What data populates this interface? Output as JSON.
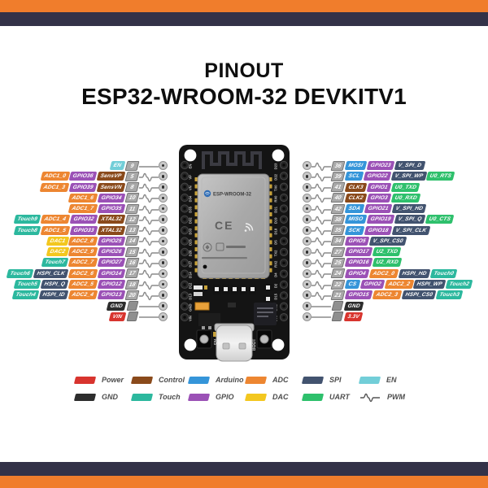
{
  "title": {
    "line1": "PINOUT",
    "line2": "ESP32-WROOM-32 DEVKITV1"
  },
  "colors": {
    "frame_orange": "#f07d2c",
    "frame_navy": "#333248",
    "power": "#d8342e",
    "gnd": "#2d2d2d",
    "control": "#8a4a1b",
    "touch": "#2cb89e",
    "arduino": "#3595d9",
    "gpio": "#9b51b6",
    "adc": "#ed8631",
    "dac": "#f3c71f",
    "spi": "#42536f",
    "uart": "#2ec06c",
    "en": "#72ced8",
    "pin_number_bg": "#a8a8a8",
    "line": "#8a8a8a"
  },
  "left_pins": [
    {
      "num": "9",
      "conn": "straight",
      "labels": [
        {
          "text": "EN",
          "type": "en"
        }
      ]
    },
    {
      "num": "5",
      "conn": "wave",
      "labels": [
        {
          "text": "ADC1_0",
          "type": "adc"
        },
        {
          "text": "GPIO36",
          "type": "gpio"
        },
        {
          "text": "SensVP",
          "type": "control"
        }
      ]
    },
    {
      "num": "8",
      "conn": "wave",
      "labels": [
        {
          "text": "ADC1_3",
          "type": "adc"
        },
        {
          "text": "GPIO39",
          "type": "gpio"
        },
        {
          "text": "SensVN",
          "type": "control"
        }
      ]
    },
    {
      "num": "10",
      "conn": "wave",
      "labels": [
        {
          "text": "ADC1_6",
          "type": "adc"
        },
        {
          "text": "GPIO34",
          "type": "gpio"
        }
      ]
    },
    {
      "num": "11",
      "conn": "wave",
      "labels": [
        {
          "text": "ADC1_7",
          "type": "adc"
        },
        {
          "text": "GPIO35",
          "type": "gpio"
        }
      ]
    },
    {
      "num": "12",
      "conn": "wave",
      "labels": [
        {
          "text": "Touch9",
          "type": "touch"
        },
        {
          "text": "ADC1_4",
          "type": "adc"
        },
        {
          "text": "GPIO32",
          "type": "gpio"
        },
        {
          "text": "XTAL32",
          "type": "control"
        }
      ]
    },
    {
      "num": "13",
      "conn": "wave",
      "labels": [
        {
          "text": "Touch8",
          "type": "touch"
        },
        {
          "text": "ADC1_5",
          "type": "adc"
        },
        {
          "text": "GPIO33",
          "type": "gpio"
        },
        {
          "text": "XTAL32",
          "type": "control"
        }
      ]
    },
    {
      "num": "14",
      "conn": "wave",
      "labels": [
        {
          "text": "DAC1",
          "type": "dac"
        },
        {
          "text": "ADC2_8",
          "type": "adc"
        },
        {
          "text": "GPIO25",
          "type": "gpio"
        }
      ]
    },
    {
      "num": "15",
      "conn": "wave",
      "labels": [
        {
          "text": "DAC2",
          "type": "dac"
        },
        {
          "text": "ADC2_9",
          "type": "adc"
        },
        {
          "text": "GPIO26",
          "type": "gpio"
        }
      ]
    },
    {
      "num": "16",
      "conn": "wave",
      "labels": [
        {
          "text": "Touch7",
          "type": "touch"
        },
        {
          "text": "ADC2_7",
          "type": "adc"
        },
        {
          "text": "GPIO27",
          "type": "gpio"
        }
      ]
    },
    {
      "num": "17",
      "conn": "wave",
      "labels": [
        {
          "text": "Touch6",
          "type": "touch"
        },
        {
          "text": "HSPI_CLK",
          "type": "spi"
        },
        {
          "text": "ADC2_6",
          "type": "adc"
        },
        {
          "text": "GPIO14",
          "type": "gpio"
        }
      ]
    },
    {
      "num": "18",
      "conn": "wave",
      "labels": [
        {
          "text": "Touch5",
          "type": "touch"
        },
        {
          "text": "HSPI_Q",
          "type": "spi"
        },
        {
          "text": "ADC2_5",
          "type": "adc"
        },
        {
          "text": "GPIO12",
          "type": "gpio"
        }
      ]
    },
    {
      "num": "20",
      "conn": "wave",
      "labels": [
        {
          "text": "Touch4",
          "type": "touch"
        },
        {
          "text": "HSPI_ID",
          "type": "spi"
        },
        {
          "text": "ADC2_4",
          "type": "adc"
        },
        {
          "text": "GPIO13",
          "type": "gpio"
        }
      ]
    },
    {
      "pad": true,
      "conn": "straight",
      "labels": [
        {
          "text": "GND",
          "type": "gnd"
        }
      ]
    },
    {
      "pad": true,
      "conn": "straight",
      "labels": [
        {
          "text": "VIN",
          "type": "power"
        }
      ]
    }
  ],
  "right_pins": [
    {
      "num": "36",
      "conn": "wave",
      "labels": [
        {
          "text": "MOSI",
          "type": "arduino"
        },
        {
          "text": "GPIO23",
          "type": "gpio"
        },
        {
          "text": "V_SPI_D",
          "type": "spi"
        }
      ]
    },
    {
      "num": "39",
      "conn": "wave",
      "labels": [
        {
          "text": "SCL",
          "type": "arduino"
        },
        {
          "text": "GPIO22",
          "type": "gpio"
        },
        {
          "text": "V_SPI_WP",
          "type": "spi"
        },
        {
          "text": "U0_RTS",
          "type": "uart"
        }
      ]
    },
    {
      "num": "41",
      "conn": "wave",
      "labels": [
        {
          "text": "CLK3",
          "type": "control"
        },
        {
          "text": "GPIO1",
          "type": "gpio"
        },
        {
          "text": "U0_TXD",
          "type": "uart"
        }
      ]
    },
    {
      "num": "40",
      "conn": "wave",
      "labels": [
        {
          "text": "CLK2",
          "type": "control"
        },
        {
          "text": "GPIO3",
          "type": "gpio"
        },
        {
          "text": "U0_RXD",
          "type": "uart"
        }
      ]
    },
    {
      "num": "42",
      "conn": "wave",
      "labels": [
        {
          "text": "SDA",
          "type": "arduino"
        },
        {
          "text": "GPIO21",
          "type": "gpio"
        },
        {
          "text": "V_SPI_HD",
          "type": "spi"
        }
      ]
    },
    {
      "num": "38",
      "conn": "wave",
      "labels": [
        {
          "text": "MISO",
          "type": "arduino"
        },
        {
          "text": "GPIO19",
          "type": "gpio"
        },
        {
          "text": "V_SPI_Q",
          "type": "spi"
        },
        {
          "text": "U0_CTS",
          "type": "uart"
        }
      ]
    },
    {
      "num": "35",
      "conn": "wave",
      "labels": [
        {
          "text": "SCK",
          "type": "arduino"
        },
        {
          "text": "GPIO18",
          "type": "gpio"
        },
        {
          "text": "V_SPI_CLK",
          "type": "spi"
        }
      ]
    },
    {
      "num": "34",
      "conn": "wave",
      "labels": [
        {
          "text": "GPIO5",
          "type": "gpio"
        },
        {
          "text": "V_SPI_CS0",
          "type": "spi"
        }
      ]
    },
    {
      "num": "27",
      "conn": "wave",
      "labels": [
        {
          "text": "GPIO17",
          "type": "gpio"
        },
        {
          "text": "U2_TXD",
          "type": "uart"
        }
      ]
    },
    {
      "num": "25",
      "conn": "wave",
      "labels": [
        {
          "text": "GPIO16",
          "type": "gpio"
        },
        {
          "text": "U2_RXD",
          "type": "uart"
        }
      ]
    },
    {
      "num": "24",
      "conn": "wave",
      "labels": [
        {
          "text": "GPIO4",
          "type": "gpio"
        },
        {
          "text": "ADC2_0",
          "type": "adc"
        },
        {
          "text": "HSPI_HD",
          "type": "spi"
        },
        {
          "text": "Touch0",
          "type": "touch"
        }
      ]
    },
    {
      "num": "22",
      "conn": "wave",
      "labels": [
        {
          "text": "CS",
          "type": "arduino"
        },
        {
          "text": "GPIO2",
          "type": "gpio"
        },
        {
          "text": "ADC2_2",
          "type": "adc"
        },
        {
          "text": "HSPI_WP",
          "type": "spi"
        },
        {
          "text": "Touch2",
          "type": "touch"
        }
      ]
    },
    {
      "num": "21",
      "conn": "wave",
      "labels": [
        {
          "text": "GPIO15",
          "type": "gpio"
        },
        {
          "text": "ADC2_3",
          "type": "adc"
        },
        {
          "text": "HSPI_CS0",
          "type": "spi"
        },
        {
          "text": "Touch3",
          "type": "touch"
        }
      ]
    },
    {
      "pad": true,
      "conn": "straight",
      "labels": [
        {
          "text": "GND",
          "type": "gnd"
        }
      ]
    },
    {
      "pad": true,
      "conn": "straight",
      "labels": [
        {
          "text": "3.3V",
          "type": "power"
        }
      ]
    }
  ],
  "board": {
    "module_name": "ESP-WROOM-32",
    "ce_mark": "CE",
    "en_button_label": "EN",
    "boot_button_label": "BOOT",
    "left_labels": [
      "EN",
      "VP",
      "VN",
      "D34",
      "D35",
      "D32",
      "D33",
      "D25",
      "D26",
      "D27",
      "D14",
      "D12",
      "D13",
      "GND",
      "VIN"
    ],
    "right_labels": [
      "D23",
      "D22",
      "TX0",
      "RX0",
      "D21",
      "D19",
      "D18",
      "D5",
      "TX2",
      "RX2",
      "D4",
      "D2",
      "D15",
      "GND",
      "3V3"
    ]
  },
  "legend": {
    "rows": [
      [
        {
          "label": "Power",
          "type": "power"
        },
        {
          "label": "Control",
          "type": "control"
        },
        {
          "label": "Arduino",
          "type": "arduino"
        },
        {
          "label": "ADC",
          "type": "adc"
        },
        {
          "label": "SPI",
          "type": "spi"
        },
        {
          "label": "EN",
          "type": "en"
        }
      ],
      [
        {
          "label": "GND",
          "type": "gnd"
        },
        {
          "label": "Touch",
          "type": "touch"
        },
        {
          "label": "GPIO",
          "type": "gpio"
        },
        {
          "label": "DAC",
          "type": "dac"
        },
        {
          "label": "UART",
          "type": "uart"
        },
        {
          "label": "PWM",
          "type": "pwm"
        }
      ]
    ]
  }
}
